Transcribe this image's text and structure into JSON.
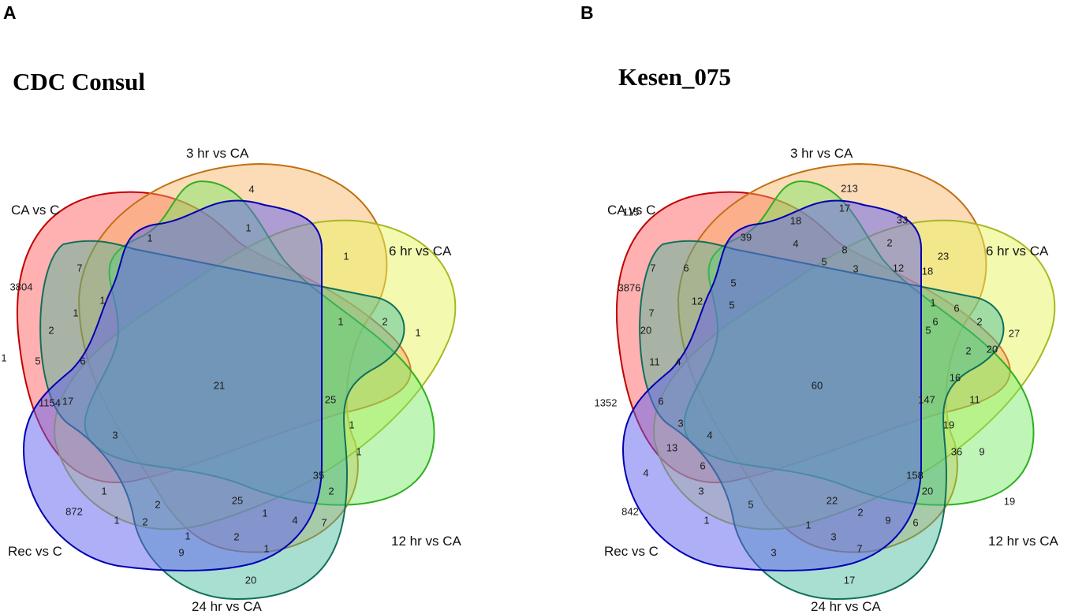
{
  "panels": [
    {
      "letter": "A",
      "title": "CDC Consul",
      "sets": [
        "CA vs C",
        "3 hr vs CA",
        "6 hr vs CA",
        "12 hr vs CA",
        "24 hr vs CA",
        "Rec vs C"
      ],
      "counts": [
        "4",
        "1",
        "1",
        "1",
        "1",
        "7",
        "3804",
        "1",
        "1",
        "2",
        "2",
        "1",
        "1",
        "5",
        "6",
        "21",
        "25",
        "1154",
        "17",
        "3",
        "1",
        "35",
        "1",
        "2",
        "1",
        "25",
        "1",
        "4",
        "7",
        "872",
        "1",
        "2",
        "2",
        "1",
        "2",
        "9",
        "1",
        "20"
      ]
    },
    {
      "letter": "B",
      "title": "Kesen_075",
      "sets": [
        "CA vs C",
        "3 hr vs CA",
        "6 hr vs CA",
        "12 hr vs CA",
        "24 hr vs CA",
        "Rec vs C"
      ],
      "counts": [
        "213",
        "115",
        "17",
        "18",
        "33",
        "39",
        "4",
        "8",
        "2",
        "23",
        "5",
        "3",
        "12",
        "18",
        "7",
        "6",
        "5",
        "5",
        "3876",
        "12",
        "7",
        "5",
        "1",
        "6",
        "6",
        "2",
        "27",
        "20",
        "11",
        "4",
        "2",
        "20",
        "60",
        "16",
        "1352",
        "6",
        "147",
        "11",
        "3",
        "4",
        "19",
        "13",
        "6",
        "36",
        "9",
        "4",
        "158",
        "3",
        "20",
        "19",
        "22",
        "842",
        "1",
        "5",
        "2",
        "9",
        "6",
        "1",
        "3",
        "7",
        "3",
        "17"
      ]
    }
  ],
  "set_colors": {
    "CA vs C": "#ff8080",
    "3 hr vs CA": "#f8c070",
    "6 hr vs CA": "#e4f060",
    "12 hr vs CA": "#80ee70",
    "24 hr vs CA": "#50c8a0",
    "Rec vs C": "#7070f0"
  }
}
